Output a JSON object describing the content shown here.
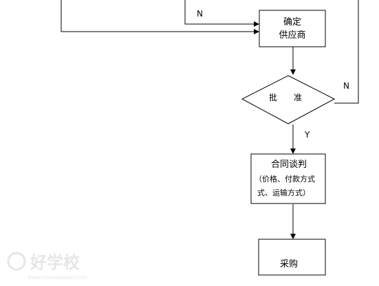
{
  "nodes": {
    "supplier_box": {
      "lines": [
        "确定",
        "供应商"
      ]
    },
    "approve_diamond": {
      "left": "批",
      "right": "准"
    },
    "negotiate_box": {
      "title": "合同谈判",
      "line2": "（价格、付款方式",
      "line3": "式、运输方式）"
    },
    "purchase_box": {
      "label": "采购"
    }
  },
  "edge_labels": {
    "top_n": "N",
    "right_n": "N",
    "yes": "Y"
  },
  "watermark": {
    "text": "好学校",
    "sub": "www.haoxuexiao.com"
  },
  "colors": {
    "stroke": "#000000",
    "background": "#ffffff",
    "watermark": "#e6e6e6"
  }
}
